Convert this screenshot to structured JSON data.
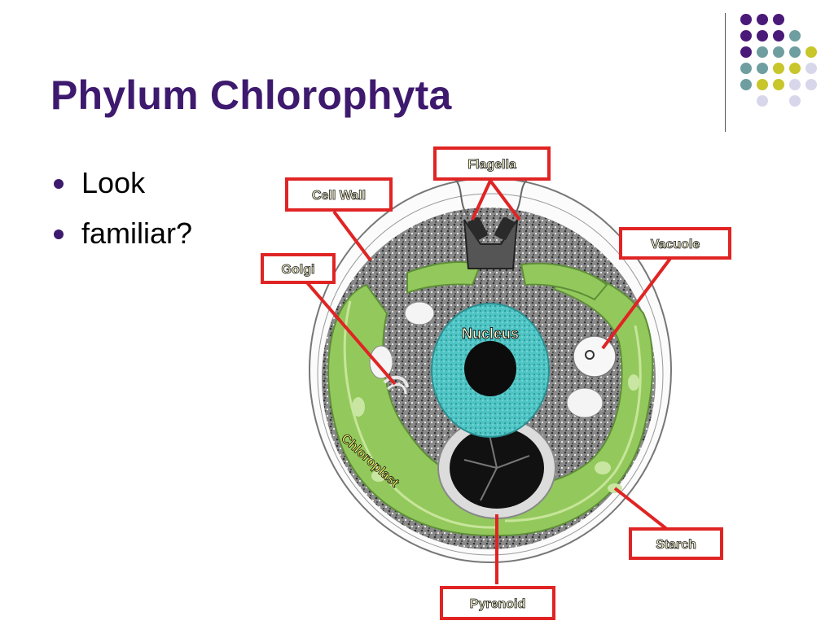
{
  "slide": {
    "title": "Phylum Chlorophyta",
    "bullets": [
      "Look",
      "familiar?"
    ]
  },
  "diagram": {
    "labels": {
      "flagella": "Flagella",
      "cell_wall": "Cell Wall",
      "golgi": "Golgi",
      "vacuole": "Vacuole",
      "nucleus": "Nucleus",
      "chloroplast": "Chloroplast",
      "starch": "Starch",
      "pyrenoid": "Pyrenoid"
    }
  },
  "colors": {
    "title": "#3e1a6e",
    "dot_purple": "#4a1a78",
    "dot_teal": "#6f9ea0",
    "dot_yellow": "#c8c62a",
    "dot_lavender": "#d8d6ea",
    "label_border": "#e02424",
    "chloroplast_green": "#93c95c",
    "nucleus_teal": "#47bfc0"
  }
}
